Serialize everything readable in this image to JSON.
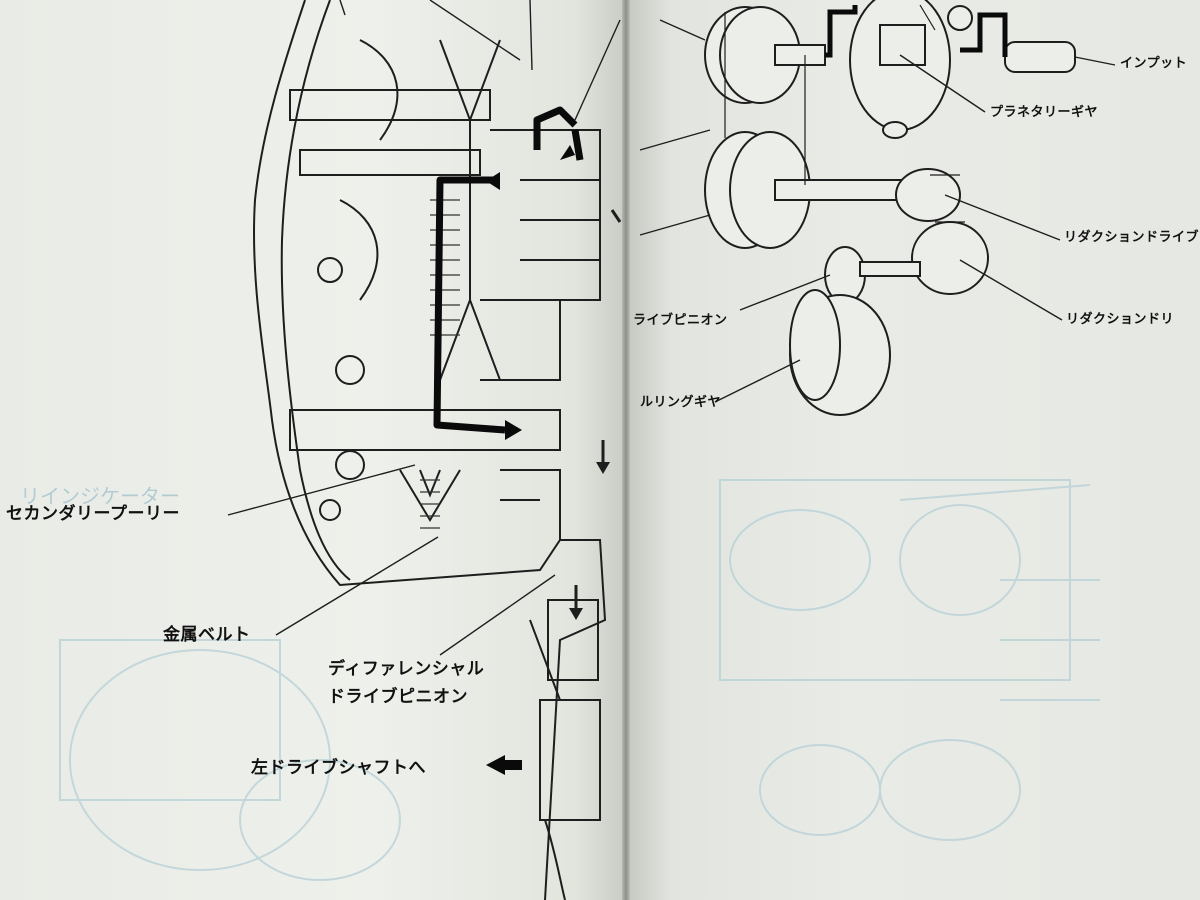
{
  "left_page": {
    "labels": {
      "secondary_pulley": "セカンダリープーリー",
      "metal_belt": "金属ベルト",
      "diff_pinion_line1": "ディファレンシャル",
      "diff_pinion_line2": "ドライブピニオン",
      "to_left_driveshaft": "左ドライブシャフトへ"
    },
    "ghost_text": {
      "indicator": "リインジケーター"
    }
  },
  "right_page": {
    "labels": {
      "input": "インプット",
      "planetary_gear": "プラネタリーギヤ",
      "reduction_drive": "リダクションドライブ",
      "reduction_driven": "リダクションドリ",
      "drive_pinion": "ライブピニオン",
      "ring_gear": "ルリングギヤ"
    }
  }
}
